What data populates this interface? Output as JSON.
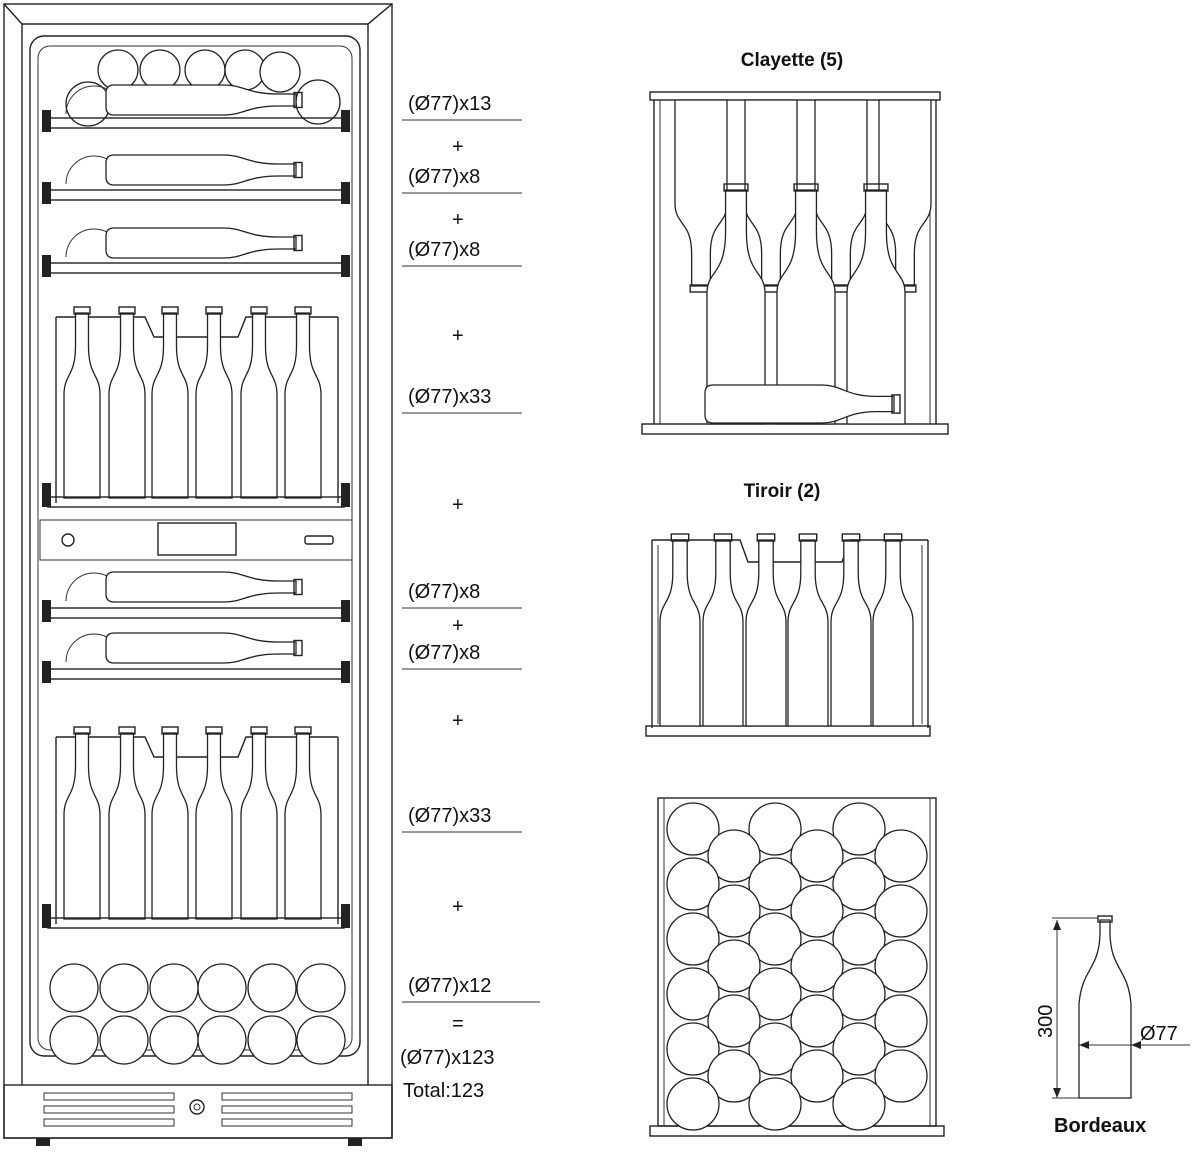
{
  "capacity_labels": [
    "(Ø77)x13",
    "(Ø77)x8",
    "(Ø77)x8",
    "(Ø77)x33",
    "(Ø77)x8",
    "(Ø77)x8",
    "(Ø77)x33",
    "(Ø77)x12"
  ],
  "plus_sign": "+",
  "equals_sign": "=",
  "total_sum": "(Ø77)x123",
  "total_text": "Total:123",
  "shelf_title": "Clayette (5)",
  "drawer_title": "Tiroir (2)",
  "bottle_height": "300",
  "bottle_diameter": "Ø77",
  "bottle_type": "Bordeaux"
}
